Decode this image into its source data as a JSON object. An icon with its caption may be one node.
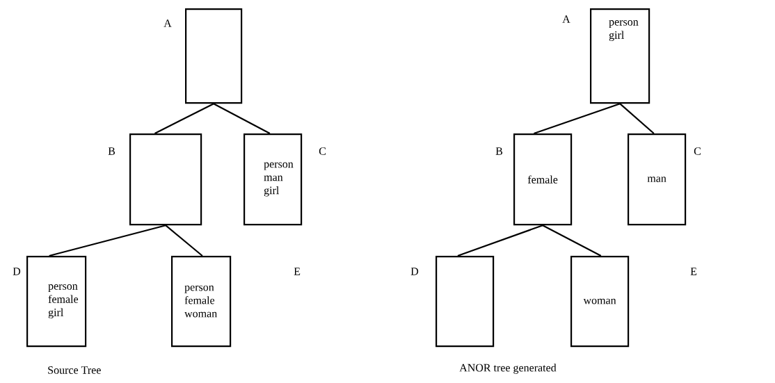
{
  "diagram": {
    "nodes": [
      {
        "text": [],
        "shape": "box",
        "beside": [
          "A"
        ]
      },
      {
        "text": [],
        "shape": "box",
        "beside": [
          "B"
        ]
      },
      {
        "text": [
          "person man girl"
        ],
        "beside": [
          "C"
        ]
      },
      {
        "text": [
          "person female girl"
        ],
        "beside": [
          "D"
        ]
      },
      {
        "text": [
          "person female woman"
        ]
      },
      {
        "text": [
          "person girl"
        ],
        "beside": [
          "A"
        ]
      },
      {
        "text": [
          "female"
        ],
        "beside": [
          "B"
        ]
      },
      {
        "text": [
          "man"
        ],
        "beside": [
          "C"
        ]
      },
      {
        "text": [],
        "shape": "box",
        "beside": [
          "D"
        ]
      },
      {
        "text": [
          "woman"
        ]
      }
    ],
    "edges": [
      {
        "from": 0,
        "to": 1,
        "arrow": "none"
      },
      {
        "from": 0,
        "to": 2,
        "arrow": "none"
      },
      {
        "from": 1,
        "to": 3,
        "arrow": "none"
      },
      {
        "from": 1,
        "to": 4,
        "arrow": "none"
      },
      {
        "from": 5,
        "to": 6,
        "arrow": "none"
      },
      {
        "from": 5,
        "to": 7,
        "arrow": "none"
      },
      {
        "from": 6,
        "to": 8,
        "arrow": "none"
      },
      {
        "from": 6,
        "to": 9,
        "arrow": "none"
      }
    ],
    "labels": [
      "E",
      "E",
      "Source Tree",
      "ANOR tree generated"
    ]
  }
}
